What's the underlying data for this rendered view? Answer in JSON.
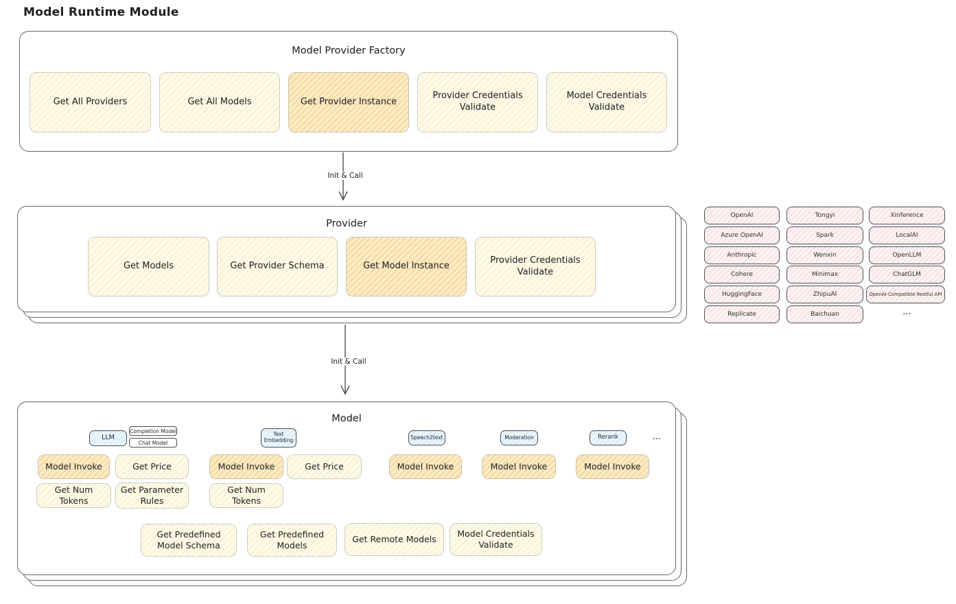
{
  "page": {
    "title": "Model Runtime Module"
  },
  "factory": {
    "title": "Model Provider Factory",
    "buttons": [
      {
        "label": "Get All Providers",
        "highlighted": false
      },
      {
        "label": "Get All Models",
        "highlighted": false
      },
      {
        "label": "Get Provider Instance",
        "highlighted": true
      },
      {
        "label": "Provider Credentials Validate",
        "highlighted": false
      },
      {
        "label": "Model Credentials Validate",
        "highlighted": false
      }
    ]
  },
  "flow": {
    "arrow1_label": "Init & Call",
    "arrow2_label": "Init & Call"
  },
  "provider": {
    "title": "Provider",
    "buttons": [
      {
        "label": "Get Models",
        "highlighted": false
      },
      {
        "label": "Get Provider Schema",
        "highlighted": false
      },
      {
        "label": "Get Model Instance",
        "highlighted": true
      },
      {
        "label": "Provider Credentials Validate",
        "highlighted": false
      }
    ]
  },
  "provider_catalog": {
    "rows": [
      [
        "OpenAI",
        "Tongyi",
        "Xinference"
      ],
      [
        "Azure OpenAI",
        "Spark",
        "LocalAI"
      ],
      [
        "Anthropic",
        "Wenxin",
        "OpenLLM"
      ],
      [
        "Cohere",
        "Minimax",
        "ChatGLM"
      ],
      [
        "HuggingFace",
        "ZhipuAI",
        "OpenAI-Compatible Restful API"
      ],
      [
        "Replicate",
        "Baichuan",
        "..."
      ]
    ]
  },
  "model": {
    "title": "Model",
    "tabs": {
      "llm": "LLM",
      "completion_model": "Completion Model",
      "chat_model": "Chat Model",
      "text_embedding": "Text Embedding",
      "speech2text": "Speech2text",
      "moderation": "Moderation",
      "rerank": "Rerank",
      "more": "..."
    },
    "llm_group": {
      "model_invoke": "Model Invoke",
      "get_price": "Get Price",
      "get_num_tokens": "Get Num Tokens",
      "get_parameter_rules": "Get Parameter Rules"
    },
    "text_embedding_group": {
      "model_invoke": "Model Invoke",
      "get_price": "Get Price",
      "get_num_tokens": "Get Num Tokens"
    },
    "speech2text_group": {
      "model_invoke": "Model Invoke"
    },
    "moderation_group": {
      "model_invoke": "Model Invoke"
    },
    "rerank_group": {
      "model_invoke": "Model Invoke"
    },
    "common": {
      "get_predefined_model_schema": "Get Predefined Model Schema",
      "get_predefined_models": "Get Predefined Models",
      "get_remote_models": "Get Remote Models",
      "model_credentials_validate": "Model Credentials Validate"
    }
  },
  "colors": {
    "highlight_fill": "#f8dba0",
    "cream_fill": "#fcf2d2",
    "pink_fill": "#fae2e2",
    "blue_fill": "#d8ecf9",
    "stroke_dark": "#4a4f57"
  }
}
